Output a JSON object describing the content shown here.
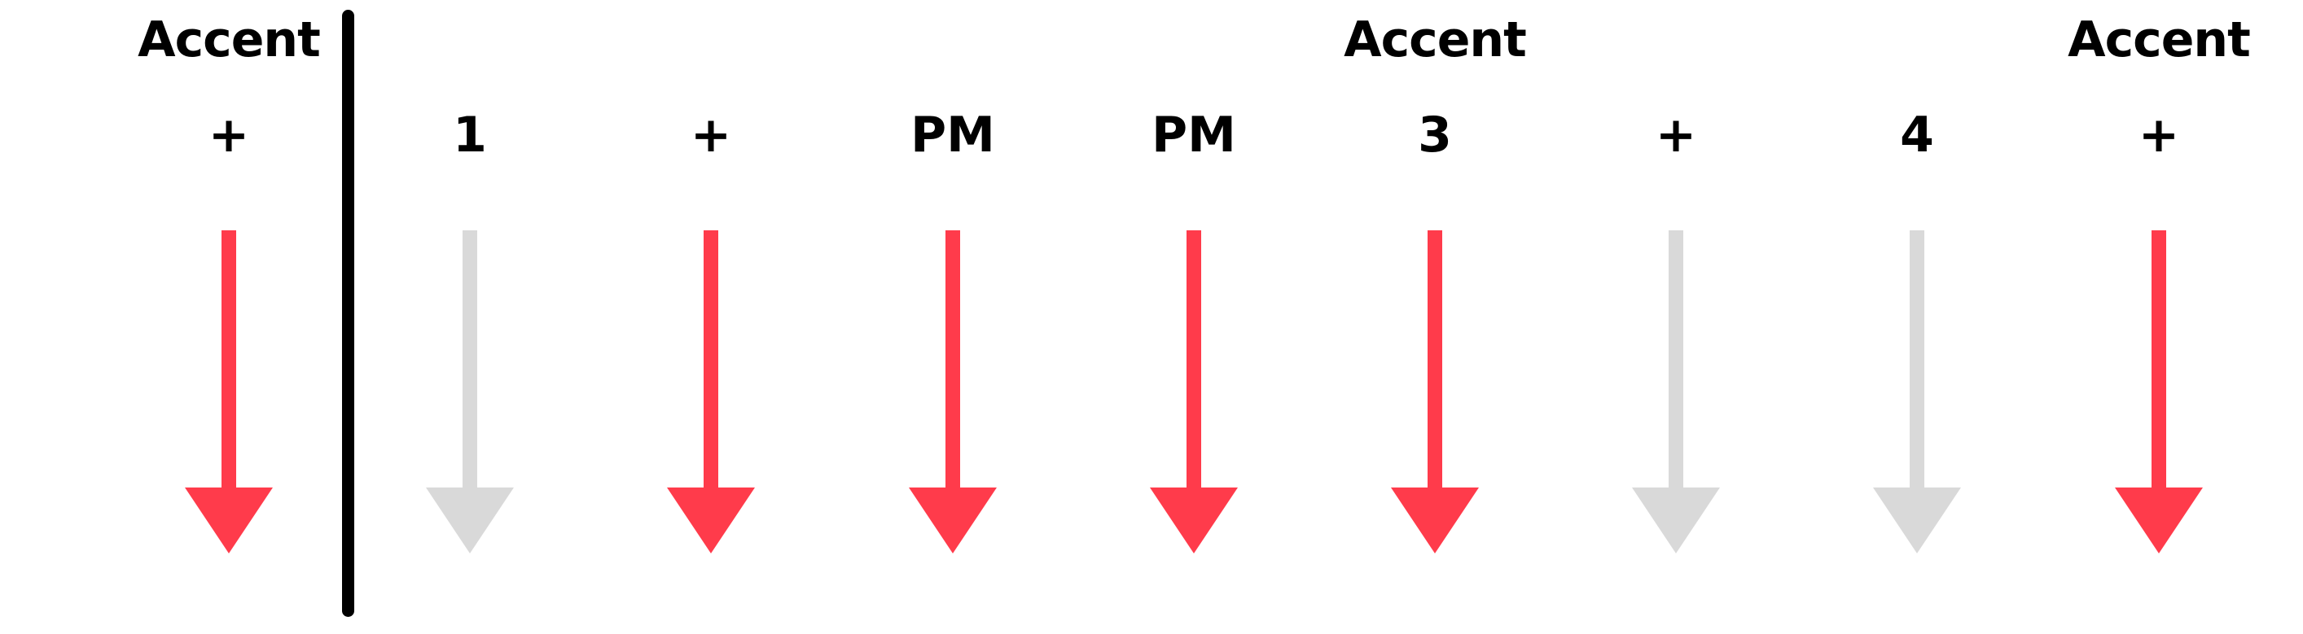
{
  "colors": {
    "accent": "#FF3B4B",
    "muted": "#D9D9D9",
    "divider": "#000000"
  },
  "beats": [
    {
      "accent_label": "Accent",
      "label": "+",
      "accented": true
    },
    {
      "accent_label": null,
      "label": "1",
      "accented": false
    },
    {
      "accent_label": null,
      "label": "+",
      "accented": true
    },
    {
      "accent_label": null,
      "label": "PM",
      "accented": true
    },
    {
      "accent_label": null,
      "label": "PM",
      "accented": true
    },
    {
      "accent_label": "Accent",
      "label": "3",
      "accented": true
    },
    {
      "accent_label": null,
      "label": "+",
      "accented": false
    },
    {
      "accent_label": null,
      "label": "4",
      "accented": false
    },
    {
      "accent_label": "Accent",
      "label": "+",
      "accented": true
    }
  ]
}
